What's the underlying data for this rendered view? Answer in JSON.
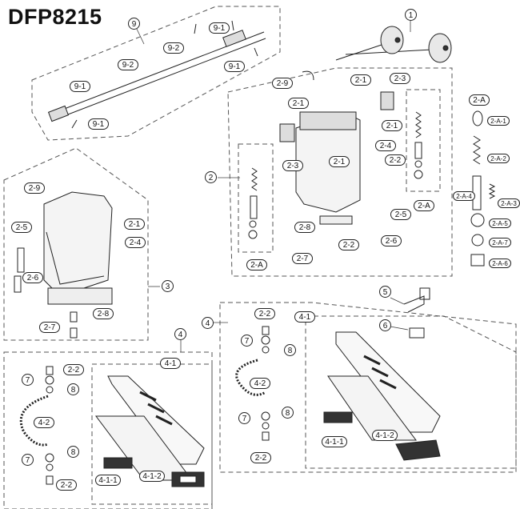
{
  "title": "DFP8215",
  "callouts": {
    "c9": "9",
    "c9_1a": "9-1",
    "c9_2a": "9-2",
    "c9_2b": "9-2",
    "c9_1b": "9-1",
    "c9_1c": "9-1",
    "c9_1d": "9-1",
    "c1": "1",
    "c2": "2",
    "c2_9": "2-9",
    "c2_1a": "2-1",
    "c2_1b": "2-1",
    "c2_1c": "2-1",
    "c2_1d": "2-1",
    "c2_3a": "2-3",
    "c2_3b": "2-3",
    "c2_4": "2-4",
    "c2_2a": "2-2",
    "c2_2b": "2-2",
    "c2_5": "2-5",
    "c2_6": "2-6",
    "c2_8": "2-8",
    "c2_7": "2-7",
    "c2_Aa": "2-A",
    "c2_Ab": "2-A",
    "c2_Ac": "2-A",
    "c2_A1": "2-A-1",
    "c2_A2": "2-A-2",
    "c2_A3": "2-A-3",
    "c2_A4": "2-A-4",
    "c2_A5": "2-A-5",
    "c2_A7": "2-A-7",
    "c2_A6": "2-A-6",
    "c3": "3",
    "c3_29": "2-9",
    "c3_21": "2-1",
    "c3_24": "2-4",
    "c3_25": "2-5",
    "c3_26": "2-6",
    "c3_28": "2-8",
    "c3_27": "2-7",
    "c4a": "4",
    "c4b": "4",
    "c5": "5",
    "c6": "6",
    "c4_1a": "4-1",
    "c4_1b": "4-1",
    "c4_2a": "4-2",
    "c4_2b": "4-2",
    "c2_2c": "2-2",
    "c2_2d": "2-2",
    "c2_2e": "2-2",
    "c2_2f": "2-2",
    "c7a": "7",
    "c7b": "7",
    "c7c": "7",
    "c7d": "7",
    "c8a": "8",
    "c8b": "8",
    "c8c": "8",
    "c8d": "8",
    "c4_11a": "4-1-1",
    "c4_11b": "4-1-1",
    "c4_12a": "4-1-2",
    "c4_12b": "4-1-2"
  }
}
